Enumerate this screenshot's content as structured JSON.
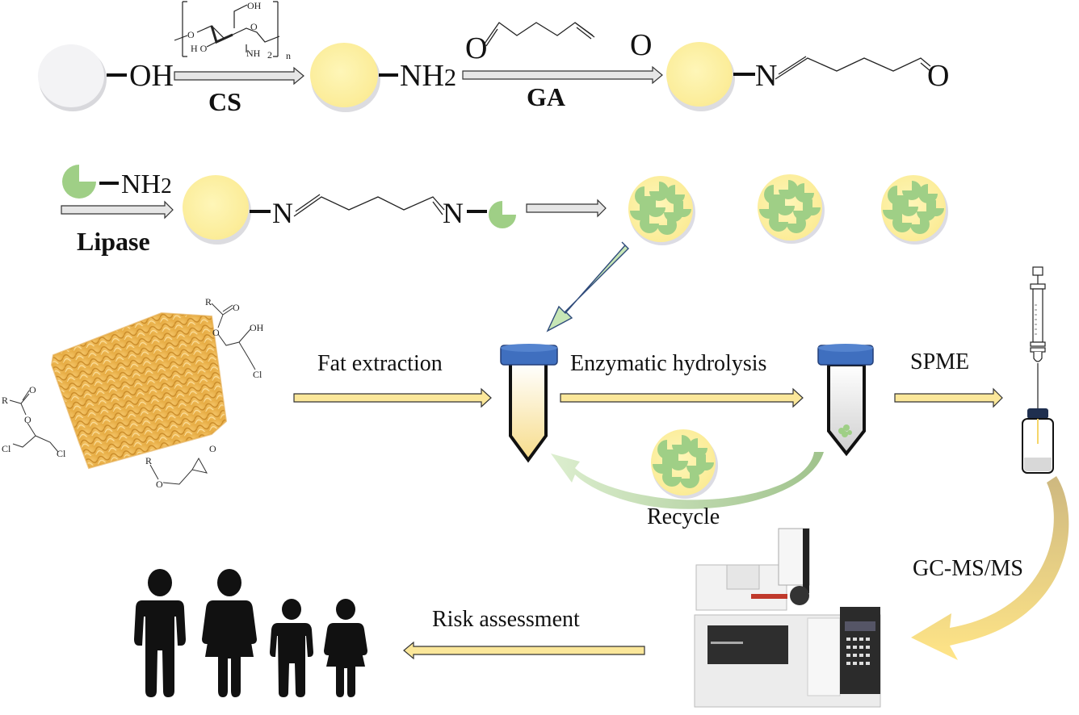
{
  "row1": {
    "oh_label": "OH",
    "cs_label": "CS",
    "nh2_label": "NH2",
    "ga_label": "GA",
    "ga_o_left": "O",
    "ga_o_right": "O",
    "imine_n": "N",
    "imine_o": "O",
    "chitosan": {
      "oh": "OH",
      "o_ring": "O",
      "o_link": "O",
      "ho": "H O",
      "nh": "NH",
      "sub2": "2",
      "n": "n"
    }
  },
  "row2": {
    "lipase_nh2": "NH2",
    "lipase_label": "Lipase",
    "n_left": "N",
    "n_right": "N"
  },
  "row3": {
    "fat_extraction": "Fat extraction",
    "enzymatic_hydrolysis": "Enzymatic hydrolysis",
    "spme": "SPME",
    "recycle": "Recycle",
    "mcpd_ester": {
      "r": "R",
      "o1": "O",
      "o2": "O",
      "oh": "OH",
      "cl": "Cl"
    },
    "dcp_ester": {
      "r": "R",
      "o1": "O",
      "o2": "O",
      "cl1": "Cl",
      "cl2": "Cl"
    },
    "glycidyl_ester": {
      "r": "R",
      "o1": "O",
      "o2": "O"
    }
  },
  "row4": {
    "gcms": "GC-MS/MS",
    "risk_assessment": "Risk assessment"
  },
  "colors": {
    "silica": "#f0f0f2",
    "yellow_bead": "#fdf0a0",
    "lipase_green": "#9fcf86",
    "tube_cap": "#3f6fbf",
    "arrow_yellow": "#fbe79a",
    "arrow_gray": "#e6e6e6"
  }
}
